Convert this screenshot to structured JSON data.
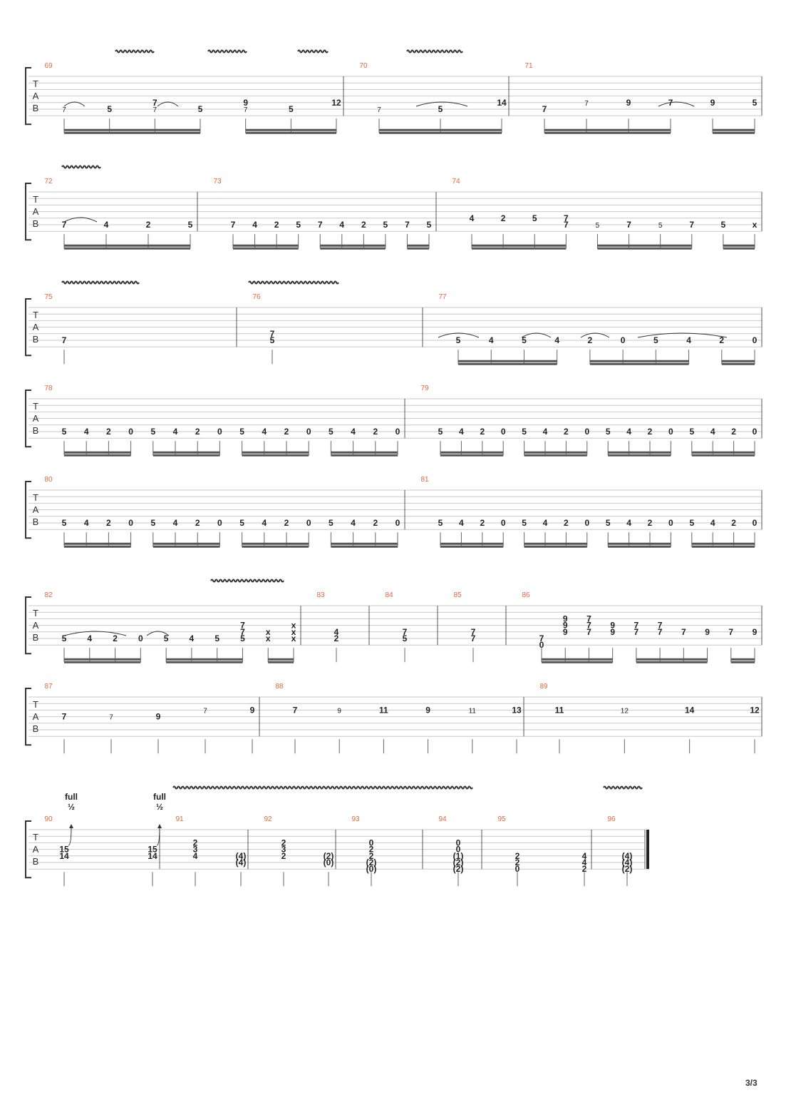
{
  "page": {
    "number": "3/3"
  },
  "tab_clef": [
    "T",
    "A",
    "B"
  ],
  "systems": [
    {
      "measures": [
        {
          "number": "69",
          "notes": [
            {
              "s": 6,
              "f": "7",
              "grace": true
            },
            {
              "s": 6,
              "f": "5"
            },
            {
              "s": 5,
              "f": "7"
            },
            {
              "s": 6,
              "f": "7",
              "grace": true
            },
            {
              "s": 6,
              "f": "5"
            },
            {
              "s": 5,
              "f": "9"
            },
            {
              "s": 6,
              "f": "7",
              "grace": true
            },
            {
              "s": 6,
              "f": "5"
            },
            {
              "s": 5,
              "f": "12"
            }
          ]
        },
        {
          "number": "70",
          "notes": [
            {
              "s": 6,
              "f": "7",
              "grace": true
            },
            {
              "s": 6,
              "f": "5"
            },
            {
              "s": 5,
              "f": "14"
            }
          ]
        },
        {
          "number": "71",
          "notes": [
            {
              "s": 6,
              "f": "7"
            },
            {
              "s": 5,
              "f": "7",
              "grace": true
            },
            {
              "s": 5,
              "f": "9"
            },
            {
              "s": 5,
              "f": "7"
            },
            {
              "s": 5,
              "f": "9"
            },
            {
              "s": 5,
              "f": "5"
            }
          ]
        }
      ]
    },
    {
      "measures": [
        {
          "number": "72",
          "notes": [
            {
              "s": 6,
              "f": "7"
            },
            {
              "s": 6,
              "f": "4"
            },
            {
              "s": 6,
              "f": "2"
            },
            {
              "s": 6,
              "f": "5"
            }
          ]
        },
        {
          "number": "73",
          "notes": [
            {
              "s": 6,
              "f": "7"
            },
            {
              "s": 6,
              "f": "4"
            },
            {
              "s": 6,
              "f": "2"
            },
            {
              "s": 6,
              "f": "5"
            },
            {
              "s": 6,
              "f": "7"
            },
            {
              "s": 6,
              "f": "4"
            },
            {
              "s": 6,
              "f": "2"
            },
            {
              "s": 6,
              "f": "5"
            },
            {
              "s": 6,
              "f": "7"
            },
            {
              "s": 6,
              "f": "5"
            }
          ]
        },
        {
          "number": "74",
          "notes": [
            {
              "s": 5,
              "f": "4"
            },
            {
              "s": 5,
              "f": "2"
            },
            {
              "s": 5,
              "f": "5"
            },
            {
              "s": 5,
              "f": "7"
            },
            {
              "s": 6,
              "f": "7"
            },
            {
              "s": 6,
              "f": "5",
              "grace": true
            },
            {
              "s": 6,
              "f": "7"
            },
            {
              "s": 6,
              "f": "5",
              "grace": true
            },
            {
              "s": 6,
              "f": "7"
            },
            {
              "s": 6,
              "f": "5"
            },
            {
              "s": 6,
              "f": "x"
            }
          ]
        }
      ]
    },
    {
      "measures": [
        {
          "number": "75",
          "notes": [
            {
              "s": 6,
              "f": "7"
            }
          ]
        },
        {
          "number": "76",
          "notes": [
            {
              "s": 5,
              "f": "7"
            },
            {
              "s": 6,
              "f": "5"
            }
          ]
        },
        {
          "number": "77",
          "notes": [
            {
              "s": 6,
              "f": "5"
            },
            {
              "s": 6,
              "f": "4"
            },
            {
              "s": 6,
              "f": "5"
            },
            {
              "s": 6,
              "f": "4"
            },
            {
              "s": 6,
              "f": "2"
            },
            {
              "s": 6,
              "f": "0"
            },
            {
              "s": 6,
              "f": "5"
            },
            {
              "s": 6,
              "f": "4"
            },
            {
              "s": 6,
              "f": "2"
            },
            {
              "s": 6,
              "f": "0"
            }
          ]
        }
      ]
    },
    {
      "measures": [
        {
          "number": "78",
          "notes": [
            {
              "s": 6,
              "f": "5"
            },
            {
              "s": 6,
              "f": "4"
            },
            {
              "s": 6,
              "f": "2"
            },
            {
              "s": 6,
              "f": "0"
            },
            {
              "s": 6,
              "f": "5"
            },
            {
              "s": 6,
              "f": "4"
            },
            {
              "s": 6,
              "f": "2"
            },
            {
              "s": 6,
              "f": "0"
            },
            {
              "s": 6,
              "f": "5"
            },
            {
              "s": 6,
              "f": "4"
            },
            {
              "s": 6,
              "f": "2"
            },
            {
              "s": 6,
              "f": "0"
            },
            {
              "s": 6,
              "f": "5"
            },
            {
              "s": 6,
              "f": "4"
            },
            {
              "s": 6,
              "f": "2"
            },
            {
              "s": 6,
              "f": "0"
            }
          ]
        },
        {
          "number": "79",
          "notes": [
            {
              "s": 6,
              "f": "5"
            },
            {
              "s": 6,
              "f": "4"
            },
            {
              "s": 6,
              "f": "2"
            },
            {
              "s": 6,
              "f": "0"
            },
            {
              "s": 6,
              "f": "5"
            },
            {
              "s": 6,
              "f": "4"
            },
            {
              "s": 6,
              "f": "2"
            },
            {
              "s": 6,
              "f": "0"
            },
            {
              "s": 6,
              "f": "5"
            },
            {
              "s": 6,
              "f": "4"
            },
            {
              "s": 6,
              "f": "2"
            },
            {
              "s": 6,
              "f": "0"
            },
            {
              "s": 6,
              "f": "5"
            },
            {
              "s": 6,
              "f": "4"
            },
            {
              "s": 6,
              "f": "2"
            },
            {
              "s": 6,
              "f": "0"
            }
          ]
        }
      ]
    },
    {
      "measures": [
        {
          "number": "80",
          "notes": [
            {
              "s": 6,
              "f": "5"
            },
            {
              "s": 6,
              "f": "4"
            },
            {
              "s": 6,
              "f": "2"
            },
            {
              "s": 6,
              "f": "0"
            },
            {
              "s": 6,
              "f": "5"
            },
            {
              "s": 6,
              "f": "4"
            },
            {
              "s": 6,
              "f": "2"
            },
            {
              "s": 6,
              "f": "0"
            },
            {
              "s": 6,
              "f": "5"
            },
            {
              "s": 6,
              "f": "4"
            },
            {
              "s": 6,
              "f": "2"
            },
            {
              "s": 6,
              "f": "0"
            },
            {
              "s": 6,
              "f": "5"
            },
            {
              "s": 6,
              "f": "4"
            },
            {
              "s": 6,
              "f": "2"
            },
            {
              "s": 6,
              "f": "0"
            }
          ]
        },
        {
          "number": "81",
          "notes": [
            {
              "s": 6,
              "f": "5"
            },
            {
              "s": 6,
              "f": "4"
            },
            {
              "s": 6,
              "f": "2"
            },
            {
              "s": 6,
              "f": "0"
            },
            {
              "s": 6,
              "f": "5"
            },
            {
              "s": 6,
              "f": "4"
            },
            {
              "s": 6,
              "f": "2"
            },
            {
              "s": 6,
              "f": "0"
            },
            {
              "s": 6,
              "f": "5"
            },
            {
              "s": 6,
              "f": "4"
            },
            {
              "s": 6,
              "f": "2"
            },
            {
              "s": 6,
              "f": "0"
            },
            {
              "s": 6,
              "f": "5"
            },
            {
              "s": 6,
              "f": "4"
            },
            {
              "s": 6,
              "f": "2"
            },
            {
              "s": 6,
              "f": "0"
            }
          ]
        }
      ]
    },
    {
      "measures": [
        {
          "number": "82",
          "notes": [
            {
              "s": 6,
              "f": "5"
            },
            {
              "s": 6,
              "f": "4"
            },
            {
              "s": 6,
              "f": "2"
            },
            {
              "s": 6,
              "f": "0"
            },
            {
              "s": 6,
              "f": "5"
            },
            {
              "s": 6,
              "f": "4"
            },
            {
              "s": 6,
              "f": "5"
            },
            {
              "s": 4,
              "f": "7"
            },
            {
              "s": 5,
              "f": "7"
            },
            {
              "s": 6,
              "f": "5"
            },
            {
              "s": 5,
              "f": "x"
            },
            {
              "s": 6,
              "f": "x"
            },
            {
              "s": 4,
              "f": "x"
            },
            {
              "s": 5,
              "f": "x"
            },
            {
              "s": 6,
              "f": "x"
            }
          ]
        },
        {
          "number": "83",
          "notes": [
            {
              "s": 5,
              "f": "4"
            },
            {
              "s": 6,
              "f": "2"
            }
          ]
        },
        {
          "number": "84",
          "notes": [
            {
              "s": 5,
              "f": "7"
            },
            {
              "s": 6,
              "f": "5"
            }
          ]
        },
        {
          "number": "85",
          "notes": [
            {
              "s": 5,
              "f": "7"
            },
            {
              "s": 6,
              "f": "7"
            }
          ]
        },
        {
          "number": "86",
          "notes": [
            {
              "s": 6,
              "f": "7"
            },
            {
              "s": 7,
              "f": "0"
            },
            {
              "s": 3,
              "f": "9"
            },
            {
              "s": 4,
              "f": "9"
            },
            {
              "s": 5,
              "f": "9"
            },
            {
              "s": 3,
              "f": "7"
            },
            {
              "s": 4,
              "f": "7"
            },
            {
              "s": 5,
              "f": "7"
            },
            {
              "s": 4,
              "f": "9"
            },
            {
              "s": 5,
              "f": "9"
            },
            {
              "s": 4,
              "f": "7"
            },
            {
              "s": 5,
              "f": "7"
            },
            {
              "s": 4,
              "f": "7"
            },
            {
              "s": 5,
              "f": "7"
            },
            {
              "s": 5,
              "f": "7"
            },
            {
              "s": 5,
              "f": "9"
            },
            {
              "s": 5,
              "f": "7"
            },
            {
              "s": 5,
              "f": "9"
            }
          ]
        }
      ]
    },
    {
      "measures": [
        {
          "number": "87",
          "notes": [
            {
              "s": 4,
              "f": "7"
            },
            {
              "s": 4,
              "f": "7",
              "grace": true
            },
            {
              "s": 4,
              "f": "9"
            },
            {
              "s": 3,
              "f": "7",
              "grace": true
            },
            {
              "s": 3,
              "f": "9"
            }
          ]
        },
        {
          "number": "88",
          "notes": [
            {
              "s": 3,
              "f": "7"
            },
            {
              "s": 3,
              "f": "9",
              "grace": true
            },
            {
              "s": 3,
              "f": "11"
            },
            {
              "s": 3,
              "f": "9"
            },
            {
              "s": 3,
              "f": "11",
              "grace": true
            },
            {
              "s": 3,
              "f": "13"
            }
          ]
        },
        {
          "number": "89",
          "notes": [
            {
              "s": 3,
              "f": "11"
            },
            {
              "s": 3,
              "f": "12",
              "grace": true
            },
            {
              "s": 3,
              "f": "14"
            },
            {
              "s": 3,
              "f": "12"
            }
          ]
        }
      ]
    },
    {
      "measures": [
        {
          "number": "90",
          "notes": [
            {
              "s": 4,
              "f": "15"
            },
            {
              "s": 5,
              "f": "14"
            },
            {
              "s": 4,
              "f": "15"
            },
            {
              "s": 5,
              "f": "14"
            }
          ],
          "bends": [
            {
              "text": "full",
              "frac": "½"
            },
            {
              "text": "full",
              "frac": "½"
            }
          ]
        },
        {
          "number": "91",
          "notes": [
            {
              "s": 3,
              "f": "2"
            },
            {
              "s": 4,
              "f": "3"
            },
            {
              "s": 5,
              "f": "4"
            },
            {
              "s": 5,
              "f": "(4)"
            },
            {
              "s": 6,
              "f": "(4)"
            }
          ]
        },
        {
          "number": "92",
          "notes": [
            {
              "s": 3,
              "f": "2"
            },
            {
              "s": 4,
              "f": "3"
            },
            {
              "s": 5,
              "f": "2"
            },
            {
              "s": 5,
              "f": "(2)"
            },
            {
              "s": 6,
              "f": "(0)"
            }
          ]
        },
        {
          "number": "93",
          "notes": [
            {
              "s": 3,
              "f": "0"
            },
            {
              "s": 4,
              "f": "2"
            },
            {
              "s": 5,
              "f": "2"
            },
            {
              "s": 6,
              "f": "(2)"
            },
            {
              "s": 7,
              "f": "(0)"
            }
          ]
        },
        {
          "number": "94",
          "notes": [
            {
              "s": 3,
              "f": "0"
            },
            {
              "s": 4,
              "f": "0"
            },
            {
              "s": 5,
              "f": "(1)"
            },
            {
              "s": 6,
              "f": "(2)"
            },
            {
              "s": 7,
              "f": "(2)"
            }
          ]
        },
        {
          "number": "95",
          "notes": [
            {
              "s": 5,
              "f": "2"
            },
            {
              "s": 6,
              "f": "2"
            },
            {
              "s": 7,
              "f": "0"
            },
            {
              "s": 5,
              "f": "4"
            },
            {
              "s": 6,
              "f": "4"
            },
            {
              "s": 7,
              "f": "2"
            }
          ]
        },
        {
          "number": "96",
          "notes": [
            {
              "s": 5,
              "f": "(4)"
            },
            {
              "s": 6,
              "f": "(4)"
            },
            {
              "s": 7,
              "f": "(2)"
            }
          ]
        }
      ]
    }
  ]
}
